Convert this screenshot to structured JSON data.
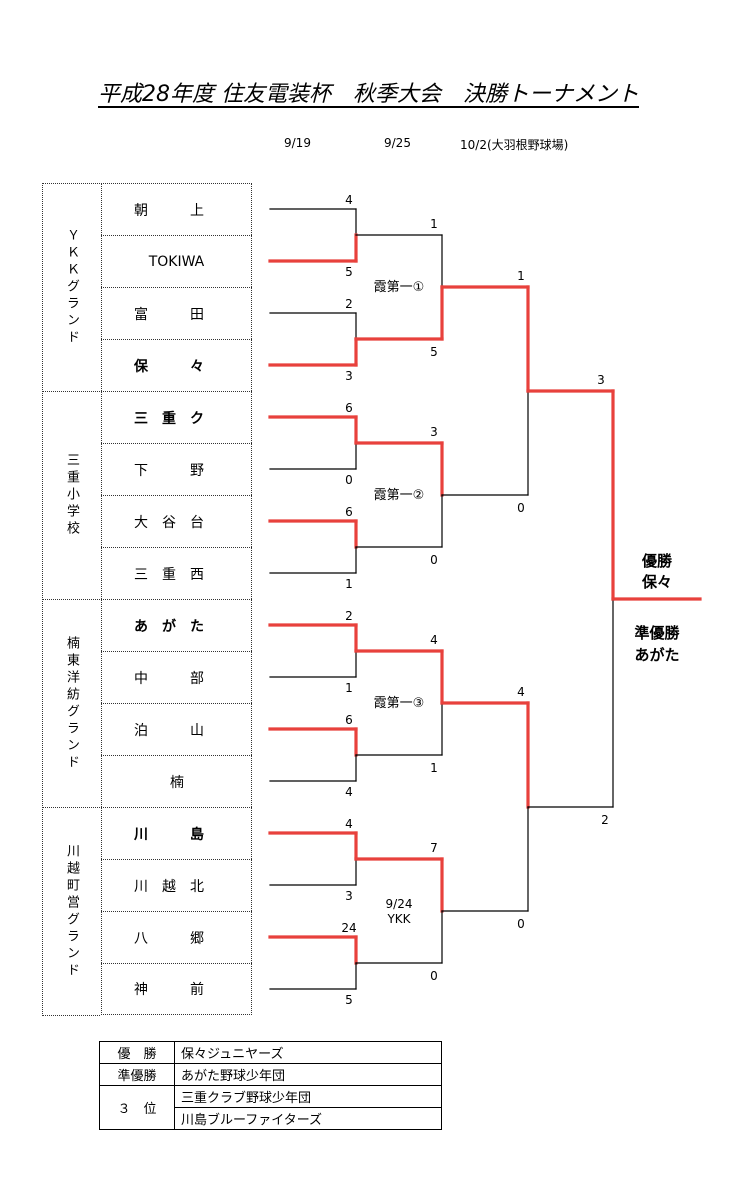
{
  "title": "平成28年度 住友電装杯　秋季大会　決勝トーナメント",
  "dates": {
    "r1": "9/19",
    "r2": "9/25",
    "final": "10/2(大羽根野球場)"
  },
  "venues": [
    {
      "name": "ＹＫＫグランド"
    },
    {
      "name": "三重小学校"
    },
    {
      "name": "楠東洋紡グランド"
    },
    {
      "name": "川越町営グランド"
    }
  ],
  "teams": [
    {
      "name": "朝　　　上",
      "bold": false
    },
    {
      "name": "TOKIWA",
      "bold": false
    },
    {
      "name": "富　　　田",
      "bold": false
    },
    {
      "name": "保　　　々",
      "bold": true
    },
    {
      "name": "三　重　ク",
      "bold": true
    },
    {
      "name": "下　　　野",
      "bold": false
    },
    {
      "name": "大　谷　台",
      "bold": false
    },
    {
      "name": "三　重　西",
      "bold": false
    },
    {
      "name": "あ　が　た",
      "bold": true
    },
    {
      "name": "中　　　部",
      "bold": false
    },
    {
      "name": "泊　　　山",
      "bold": false
    },
    {
      "name": "楠",
      "bold": false
    },
    {
      "name": "川　　　島",
      "bold": true
    },
    {
      "name": "川　越　北",
      "bold": false
    },
    {
      "name": "八　　　郷",
      "bold": false
    },
    {
      "name": "神　　　前",
      "bold": false
    }
  ],
  "r1_games": [
    {
      "top_score": "4",
      "bottom_score": "5",
      "winner": "bottom"
    },
    {
      "top_score": "2",
      "bottom_score": "3",
      "winner": "bottom"
    },
    {
      "top_score": "6",
      "bottom_score": "0",
      "winner": "top"
    },
    {
      "top_score": "6",
      "bottom_score": "1",
      "winner": "top"
    },
    {
      "top_score": "2",
      "bottom_score": "1",
      "winner": "top"
    },
    {
      "top_score": "6",
      "bottom_score": "4",
      "winner": "top"
    },
    {
      "top_score": "4",
      "bottom_score": "3",
      "winner": "top"
    },
    {
      "top_score": "24",
      "bottom_score": "5",
      "winner": "top"
    }
  ],
  "r2_games": [
    {
      "top_score": "1",
      "bottom_score": "5",
      "winner": "bottom",
      "venue": "霞第一①"
    },
    {
      "top_score": "3",
      "bottom_score": "0",
      "winner": "top",
      "venue": "霞第一②"
    },
    {
      "top_score": "4",
      "bottom_score": "1",
      "winner": "top",
      "venue": "霞第一③"
    },
    {
      "top_score": "7",
      "bottom_score": "0",
      "winner": "top",
      "venue": "9/24\nYKK"
    }
  ],
  "semi_games": [
    {
      "top_score": "1",
      "bottom_score": "0",
      "winner": "top"
    },
    {
      "top_score": "4",
      "bottom_score": "0",
      "winner": "top"
    }
  ],
  "final_game": {
    "top_score": "3",
    "bottom_score": "2",
    "winner": "top"
  },
  "champion": {
    "label": "優勝",
    "team": "保々"
  },
  "runner_up": {
    "label": "準優勝",
    "team": "あがた"
  },
  "results": {
    "winner_label": "優　勝",
    "winner": "保々ジュニヤーズ",
    "runner_label": "準優勝",
    "runner": "あがた野球少年団",
    "third_label": "３　位",
    "third_a": "三重クラブ野球少年団",
    "third_b": "川島ブルーファイターズ"
  },
  "colors": {
    "win": "#e8413c",
    "lose": "#000000"
  }
}
